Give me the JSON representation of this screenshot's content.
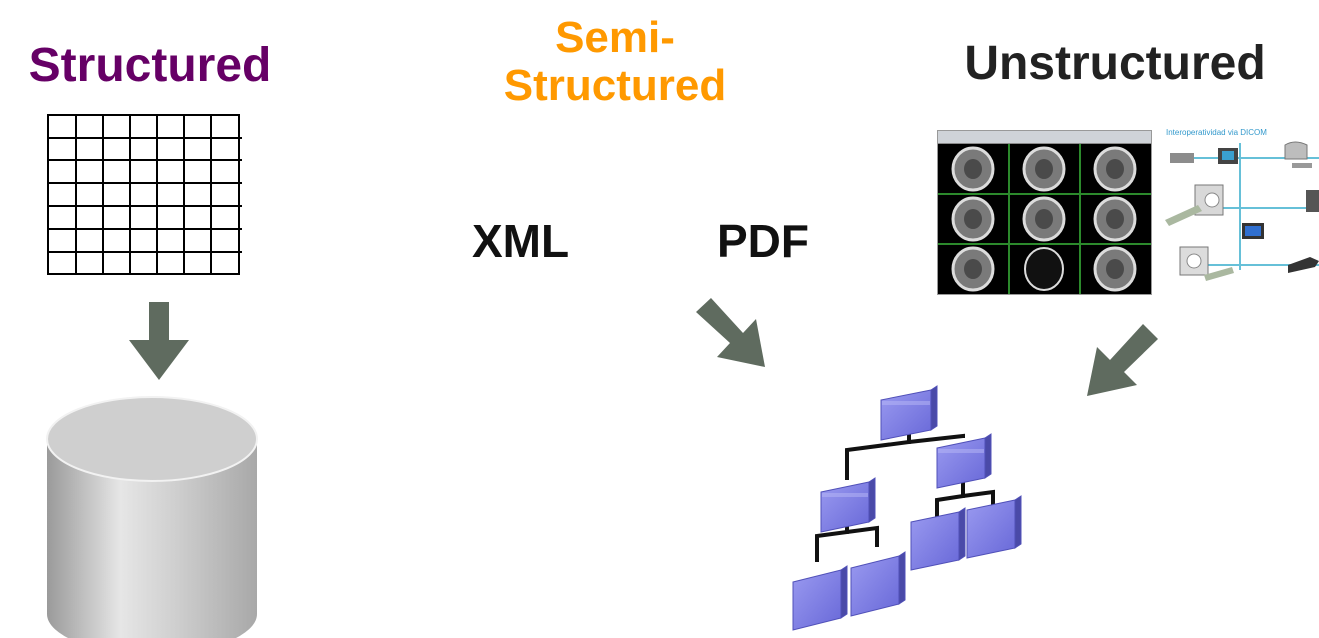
{
  "titles": {
    "structured": "Structured",
    "semi_line1": "Semi-",
    "semi_line2": "Structured",
    "unstructured": "Unstructured"
  },
  "formats": {
    "xml": "XML",
    "pdf": "PDF"
  },
  "dicom": {
    "title": "Interoperatividad via DICOM"
  },
  "colors": {
    "structured": "#660066",
    "semi_structured": "#ff9900",
    "unstructured": "#222222",
    "arrow": "#5f6b5f",
    "tree_node": "#7a7ae0"
  },
  "icons": [
    "grid-table-icon",
    "database-cylinder-icon",
    "ct-scan-image",
    "dicom-network-image",
    "hierarchy-tree-icon",
    "arrow-down-icon",
    "arrow-down-right-icon",
    "arrow-down-left-icon"
  ]
}
